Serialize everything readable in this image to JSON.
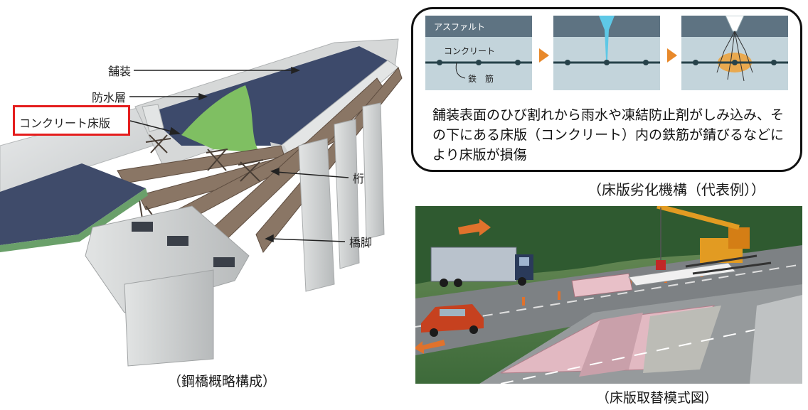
{
  "bridge": {
    "label_pavement": "舗装",
    "label_waterproof": "防水層",
    "label_deck": "コンクリート床版",
    "label_girder": "桁",
    "label_pier": "橋脚",
    "caption": "（鋼橋概略構成）"
  },
  "mechanism": {
    "stage1_asphalt": "アスファルト",
    "stage1_concrete": "コンクリート",
    "stage1_rebar": "鉄　筋",
    "description": "舗装表面のひび割れから雨水や凍結防止剤がしみ込み、その下にある床版（コンクリート）内の鉄筋が錆びるなどにより床版が損傷",
    "caption": "（床版劣化機構（代表例））"
  },
  "replacement": {
    "caption": "（床版取替模式図）"
  },
  "colors": {
    "highlight_red": "#e41d1d",
    "pavement": "#3d4a6b",
    "waterproof_green": "#7fbf62",
    "girder_brown": "#8a7665",
    "concrete_grey": "#c9cbcb",
    "stage_arrow": "#e8892b",
    "crack_blue": "#5ec8e6"
  }
}
